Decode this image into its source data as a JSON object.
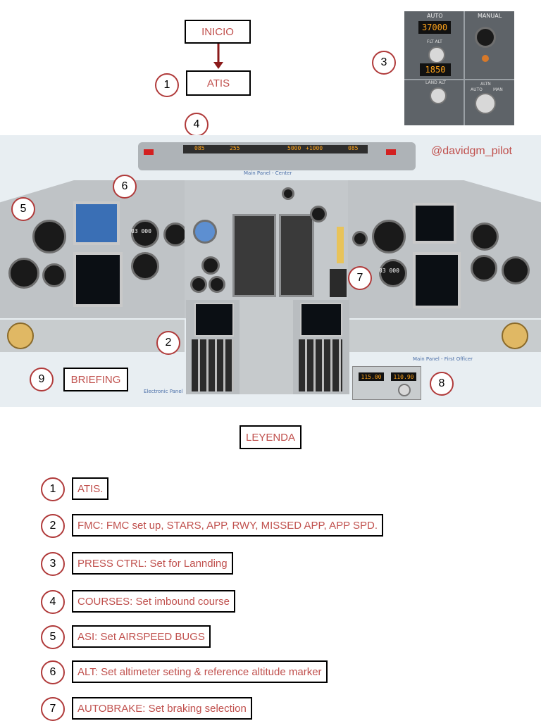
{
  "flow": {
    "start_label": "INICIO",
    "atis_number": "1",
    "atis_label": "ATIS"
  },
  "watermark": "@davidgm_pilot",
  "panel": {
    "center_caption": "Main Panel - Center",
    "fo_caption": "Main Panel - First Officer",
    "electronic_caption": "Electronic Panel",
    "press_auto": "AUTO",
    "press_manual": "MANUAL",
    "press_flt_alt_value": "37000",
    "press_flt_alt_label": "FLT ALT",
    "press_land_alt_value": "1850",
    "press_land_alt_label": "LAND ALT",
    "press_mode": "ALTN",
    "press_mode2": "AUTO",
    "press_mode3": "MAN",
    "radio_active": "115.00",
    "radio_standby": "110.90",
    "mcp_crs_left": "085",
    "mcp_hdg": "255",
    "mcp_alt": "5000",
    "mcp_vs": "+1000",
    "mcp_crs_right": "085",
    "asi_left": "03 000",
    "asi_right": "03 000"
  },
  "markers": [
    {
      "num": "2"
    },
    {
      "num": "3"
    },
    {
      "num": "4"
    },
    {
      "num": "5"
    },
    {
      "num": "6"
    },
    {
      "num": "7"
    },
    {
      "num": "8"
    },
    {
      "num": "9"
    }
  ],
  "briefing_label": "BRIEFING",
  "legend": {
    "title": "LEYENDA",
    "items": [
      {
        "num": "1",
        "text": "ATIS."
      },
      {
        "num": "2",
        "text": "FMC: FMC set up, STARS, APP, RWY, MISSED APP, APP SPD."
      },
      {
        "num": "3",
        "text": "PRESS CTRL: Set for Lannding"
      },
      {
        "num": "4",
        "text": "COURSES: Set imbound course"
      },
      {
        "num": "5",
        "text": "ASI: Set AIRSPEED BUGS"
      },
      {
        "num": "6",
        "text": "ALT: Set altimeter seting & reference altitude marker"
      },
      {
        "num": "7",
        "text": "AUTOBRAKE: Set braking selection"
      }
    ]
  }
}
